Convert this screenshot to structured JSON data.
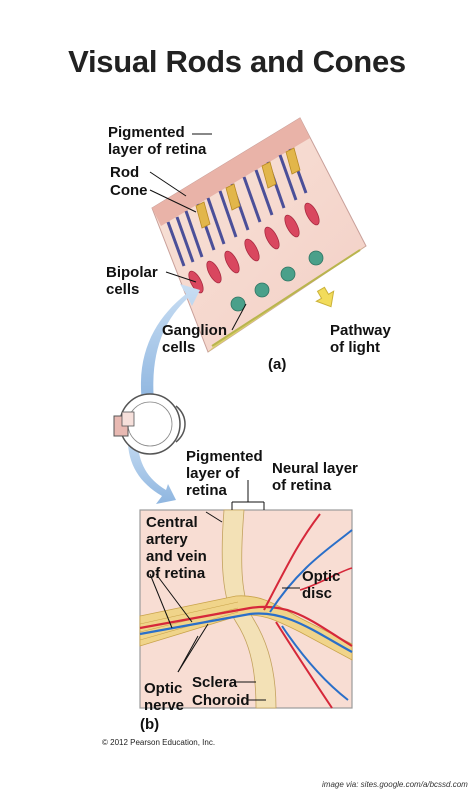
{
  "title": "Visual Rods and Cones",
  "panel_a": {
    "tag": "(a)",
    "labels": {
      "pigmented_layer": "Pigmented\nlayer of retina",
      "rod": "Rod",
      "cone": "Cone",
      "bipolar_cells": "Bipolar\ncells",
      "ganglion_cells": "Ganglion\ncells",
      "pathway_of_light": "Pathway\nof light"
    }
  },
  "panel_b": {
    "tag": "(b)",
    "labels": {
      "pigmented_layer": "Pigmented\nlayer of\nretina",
      "neural_layer": "Neural layer\nof retina",
      "central_artery": "Central\nartery\nand vein\nof retina",
      "optic_disc": "Optic\ndisc",
      "sclera": "Sclera",
      "choroid": "Choroid",
      "optic_nerve": "Optic\nnerve"
    }
  },
  "copyright": "© 2012 Pearson Education, Inc.",
  "credit": "image via: sites.google.com/a/bcssd.com",
  "colors": {
    "tissue": "#f7d6cf",
    "rod": "#5a5fa8",
    "cone": "#e2b64a",
    "bipolar": "#d9475f",
    "ganglion": "#4aa08a",
    "nerve_fiber": "#e8c676",
    "artery": "#d6283a",
    "vein": "#2a6fc9",
    "arrow": "#9ec3e8"
  }
}
